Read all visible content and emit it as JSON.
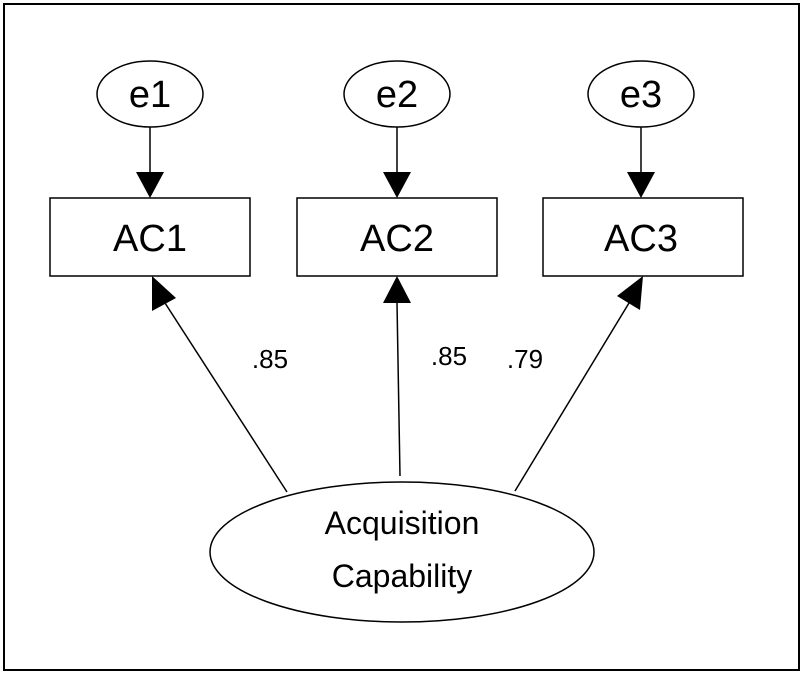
{
  "diagram": {
    "errors": [
      {
        "id": "e1",
        "label": "e1"
      },
      {
        "id": "e2",
        "label": "e2"
      },
      {
        "id": "e3",
        "label": "e3"
      }
    ],
    "indicators": [
      {
        "id": "AC1",
        "label": "AC1"
      },
      {
        "id": "AC2",
        "label": "AC2"
      },
      {
        "id": "AC3",
        "label": "AC3"
      }
    ],
    "latent": {
      "line1": "Acquisition",
      "line2": "Capability"
    },
    "loadings": [
      {
        "from": "latent",
        "to": "AC1",
        "value": ".85"
      },
      {
        "from": "latent",
        "to": "AC2",
        "value": ".85"
      },
      {
        "from": "latent",
        "to": "AC3",
        "value": ".79"
      }
    ],
    "colors": {
      "stroke": "#000000",
      "background": "#ffffff"
    }
  }
}
